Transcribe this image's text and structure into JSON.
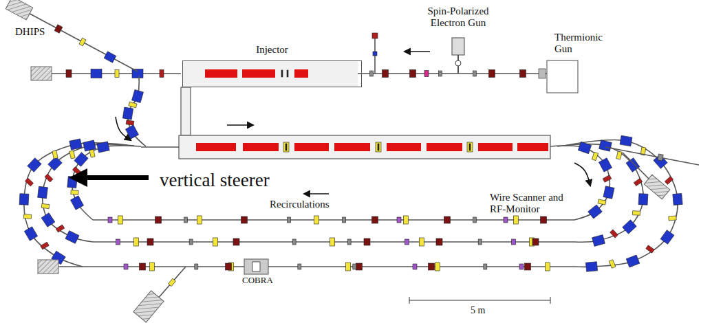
{
  "diagram": {
    "nodes": [
      {
        "text": [
          "Injector"
        ]
      }
    ],
    "labels": [
      "DHIPS",
      "Spin-Polarized Electron Gun",
      "Thermionic Gun",
      "vertical steerer",
      "Wire Scanner and RF-Monitor",
      "Recirculations",
      "COBRA",
      "5 m"
    ]
  }
}
